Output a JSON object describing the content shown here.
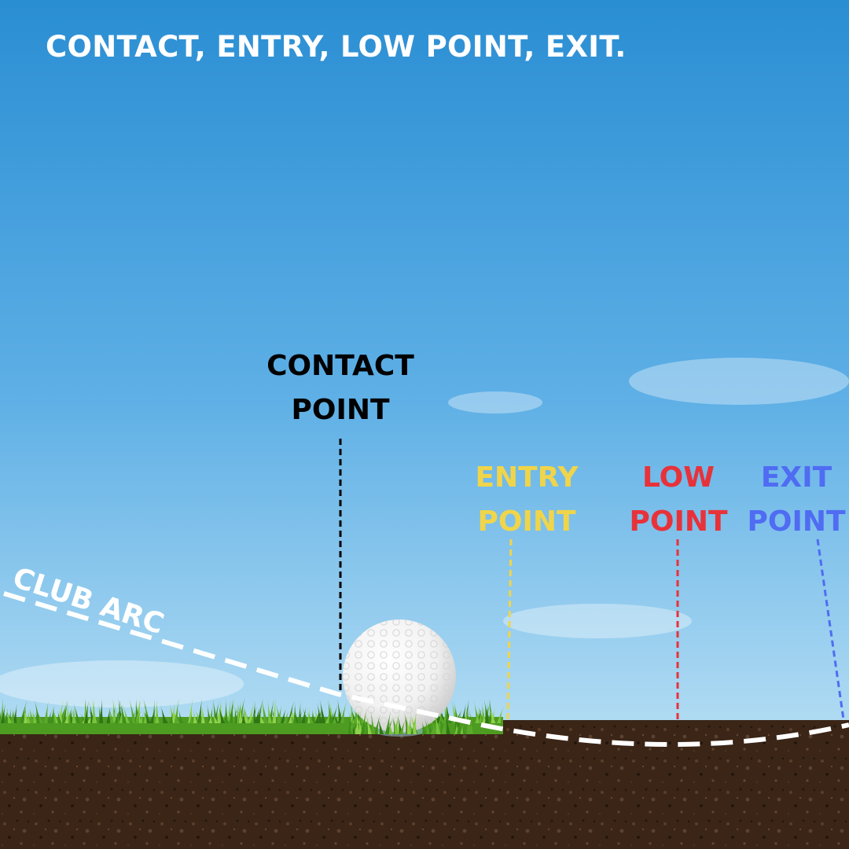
{
  "headline": "CONTACT, ENTRY, LOW POINT, EXIT.",
  "arc_label": "CLUB ARC",
  "points": {
    "contact": {
      "line1": "CONTACT",
      "line2": "POINT",
      "color": "#000000"
    },
    "entry": {
      "line1": "ENTRY",
      "line2": "POINT",
      "color": "#f0d54a"
    },
    "low": {
      "line1": "LOW",
      "line2": "POINT",
      "color": "#e8323a"
    },
    "exit": {
      "line1": "EXIT",
      "line2": "POINT",
      "color": "#4f6cf2"
    }
  },
  "colors": {
    "sky_top": "#2a8ed3",
    "sky_bottom": "#a9d9f3",
    "grass": "#4e9b22",
    "soil": "#3b2618",
    "arc": "#ffffff"
  }
}
